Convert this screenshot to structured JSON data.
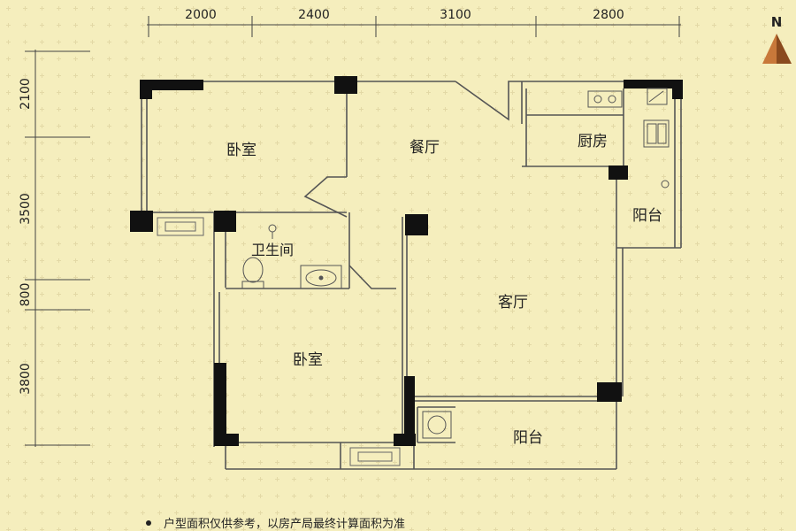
{
  "dimensions": {
    "top": [
      "2000",
      "2400",
      "3100",
      "2800"
    ],
    "left": [
      "2100",
      "3500",
      "800",
      "3800"
    ]
  },
  "compass": "N",
  "rooms": {
    "bedroom_top": "卧室",
    "dining": "餐厅",
    "kitchen": "厨房",
    "balcony_small": "阳台",
    "bathroom": "卫生间",
    "living": "客厅",
    "bedroom_bottom": "卧室",
    "balcony_large": "阳台"
  },
  "note": "户型面积仅供参考，以房产局最终计算面积为准"
}
